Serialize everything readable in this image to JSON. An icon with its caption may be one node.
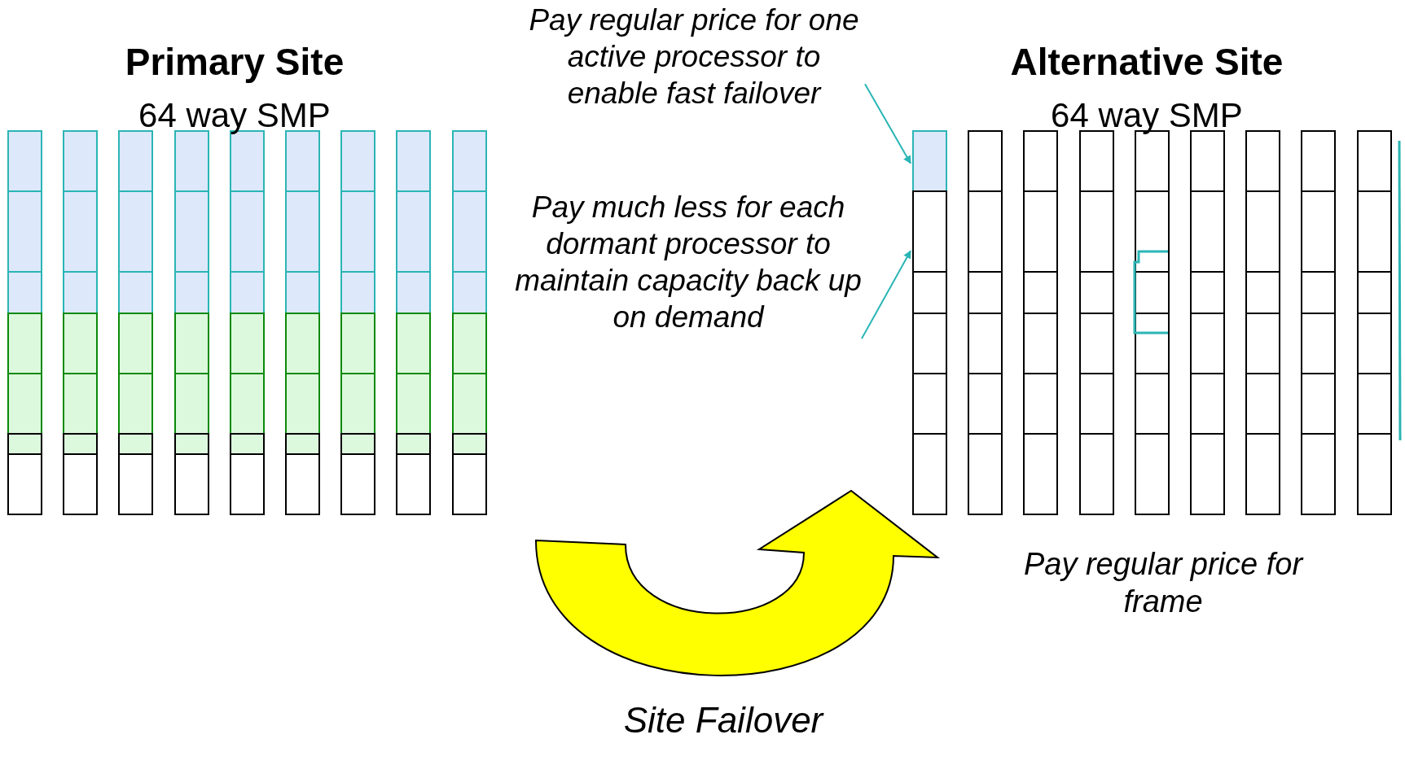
{
  "diagram": {
    "nodes": [
      {
        "text": [
          "Pay regular price for one active processor to enable fast failover"
        ]
      },
      {
        "text": [],
        "shape": "box"
      },
      {
        "text": [
          "Pay much less for each dormant processor to maintain capacity back up on demand"
        ]
      },
      {
        "text": [],
        "shape": "box"
      }
    ],
    "edges": [
      {
        "from": 0,
        "to": 1,
        "arrow": "to"
      },
      {
        "from": 2,
        "to": 3,
        "arrow": "to"
      }
    ],
    "labels": [
      "Primary Site",
      "64 way SMP",
      "Alternative Site",
      "64 way SMP",
      "Pay regular price for frame",
      "Site Failover"
    ]
  }
}
